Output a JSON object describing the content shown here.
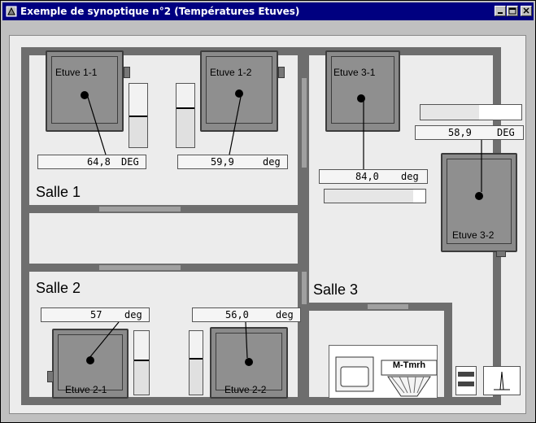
{
  "window": {
    "title": "Exemple de synoptique n°2 (Températures Etuves)",
    "buttons": [
      "minimize-icon",
      "maximize-icon",
      "close-icon"
    ]
  },
  "rooms": {
    "salle1": "Salle 1",
    "salle2": "Salle 2",
    "salle3": "Salle 3"
  },
  "ovens": {
    "e11": {
      "name": "Etuve 1-1",
      "value": "64,8",
      "unit": "DEG",
      "gauge_level": 0.48
    },
    "e12": {
      "name": "Etuve 1-2",
      "value": "59,9",
      "unit": "deg",
      "gauge_level": 0.6
    },
    "e31": {
      "name": "Etuve 3-1",
      "value": "84,0",
      "unit": "deg",
      "gauge_level": 0.88
    },
    "e32": {
      "name": "Etuve 3-2",
      "value": "58,9",
      "unit": "DEG",
      "gauge_level": 0.58
    },
    "e21": {
      "name": "Etuve 2-1",
      "value": "57",
      "unit": "deg",
      "gauge_level": 0.52
    },
    "e22": {
      "name": "Etuve 2-2",
      "value": "56,0",
      "unit": "deg",
      "gauge_level": 0.55
    }
  },
  "equipment": {
    "sign_text": "M-Tmrh"
  },
  "colors": {
    "titlebar": "#000080",
    "wall": "#6e6e6e",
    "oven": "#8a8a8a",
    "floor": "#ececec"
  }
}
